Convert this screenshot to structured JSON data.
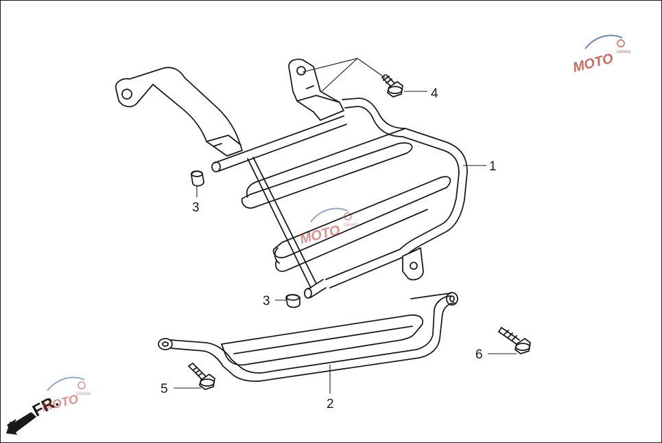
{
  "callouts": [
    {
      "id": "rear-carrier",
      "label": "1"
    },
    {
      "id": "side-rail",
      "label": "2"
    },
    {
      "id": "cap-upper",
      "label": "3"
    },
    {
      "id": "cap-lower",
      "label": "3"
    },
    {
      "id": "flange-bolt-top",
      "label": "4"
    },
    {
      "id": "bolt-left",
      "label": "5"
    },
    {
      "id": "bolt-right",
      "label": "6"
    }
  ],
  "direction_marker": {
    "label": "FR."
  },
  "watermark": {
    "logo_text": "MOTO",
    "sub_text": "GARAGE"
  },
  "colors": {
    "line": "#1a1a1a",
    "background": "#ffffff",
    "watermark_red": "#c0392b",
    "watermark_blue": "#3a5fa8"
  }
}
